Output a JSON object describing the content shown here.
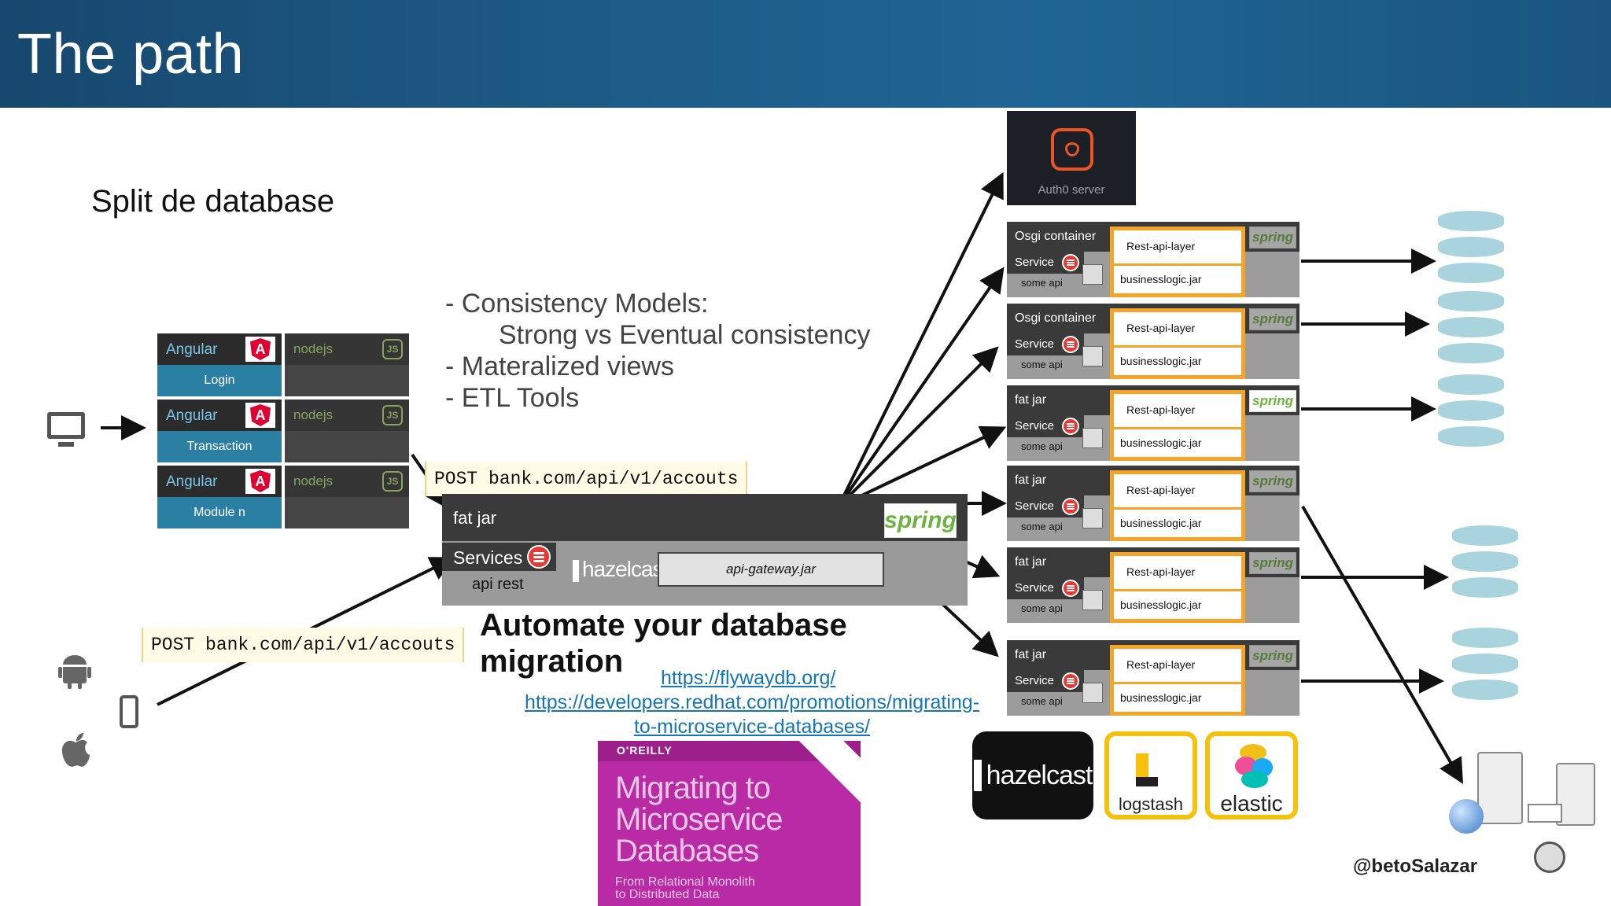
{
  "header": {
    "title": "The path"
  },
  "subtitle": "Split de database",
  "bullets": {
    "line1": "- Consistency Models:",
    "line2": "Strong vs Eventual consistency",
    "line3": "-  Materalized views",
    "line4": "-  ETL Tools"
  },
  "frontend": [
    {
      "framework": "Angular",
      "module": "Login",
      "backend": "nodejs"
    },
    {
      "framework": "Angular",
      "module": "Transaction",
      "backend": "nodejs"
    },
    {
      "framework": "Angular",
      "module": "Module n",
      "backend": "nodejs"
    }
  ],
  "angular_badge": "A",
  "js_badge": "JS",
  "post_label_top": "POST bank.com/api/v1/accouts",
  "post_label_bottom": "POST bank.com/api/v1/accouts",
  "gateway": {
    "fat_jar": "fat jar",
    "services": "Services",
    "api_rest": "api rest",
    "hazelcast": "hazelcast",
    "jar_name": "api-gateway.jar",
    "spring": "spring"
  },
  "auth0": {
    "caption": "Auth0 server"
  },
  "services": [
    {
      "container": "Osgi container",
      "service": "Service",
      "some_api": "some api",
      "rest": "Rest-api-layer",
      "logic": "businesslogic.jar",
      "spring": "spring"
    },
    {
      "container": "Osgi container",
      "service": "Service",
      "some_api": "some api",
      "rest": "Rest-api-layer",
      "logic": "businesslogic.jar",
      "spring": "spring"
    },
    {
      "container": "fat jar",
      "service": "Service",
      "some_api": "some api",
      "rest": "Rest-api-layer",
      "logic": "businesslogic.jar",
      "spring": "spring"
    },
    {
      "container": "fat jar",
      "service": "Service",
      "some_api": "some api",
      "rest": "Rest-api-layer",
      "logic": "businesslogic.jar",
      "spring": "spring"
    },
    {
      "container": "fat jar",
      "service": "Service",
      "some_api": "some api",
      "rest": "Rest-api-layer",
      "logic": "businesslogic.jar",
      "spring": "spring"
    },
    {
      "container": "fat jar",
      "service": "Service",
      "some_api": "some api",
      "rest": "Rest-api-layer",
      "logic": "businesslogic.jar",
      "spring": "spring"
    }
  ],
  "migration": {
    "title_line1": "Automate your database",
    "title_line2": "migration",
    "link1": "https://flywaydb.org/",
    "link2_line1": "https://developers.redhat.com/promotions/migrating-",
    "link2_line2": "to-microservice-databases/"
  },
  "book": {
    "publisher": "O'REILLY",
    "title_line1": "Migrating to",
    "title_line2": "Microservice",
    "title_line3": "Databases",
    "subtitle_line1": "From Relational Monolith",
    "subtitle_line2": "to Distributed Data"
  },
  "logos": {
    "hazelcast": "hazelcast",
    "logstash": "logstash",
    "elastic": "elastic"
  },
  "handle": "@betoSalazar",
  "colors": {
    "header": "#1d5a86",
    "angular": "#dd0031",
    "node": "#86a45e",
    "spring": "#6db33f",
    "db": "#a9d4de",
    "highlight": "#f5a42a",
    "logo_border": "#f4c20d"
  }
}
